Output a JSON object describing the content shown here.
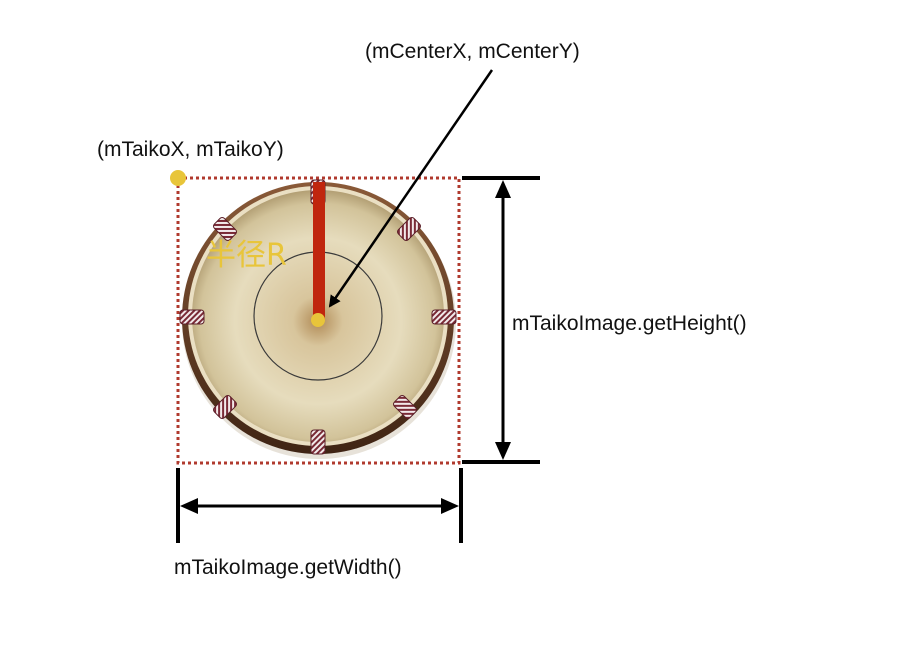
{
  "labels": {
    "center": "(mCenterX, mCenterY)",
    "origin": "(mTaikoX, mTaikoY)",
    "radius": "半径R",
    "height": "mTaikoImage.getHeight()",
    "width": "mTaikoImage.getWidth()"
  },
  "colors": {
    "bounding_box": "#b03a2e",
    "radius_line": "#c0260e",
    "point": "#e8c53a",
    "radius_label": "#e8c53a",
    "drum_rim": "#6b3f24",
    "drum_head_light": "#f3ead2",
    "drum_head_dark": "#b89e70",
    "arrow": "#000000"
  },
  "icons": {
    "drum": "taiko-drum-icon",
    "origin_point": "origin-point-icon",
    "center_point": "center-point-icon"
  }
}
